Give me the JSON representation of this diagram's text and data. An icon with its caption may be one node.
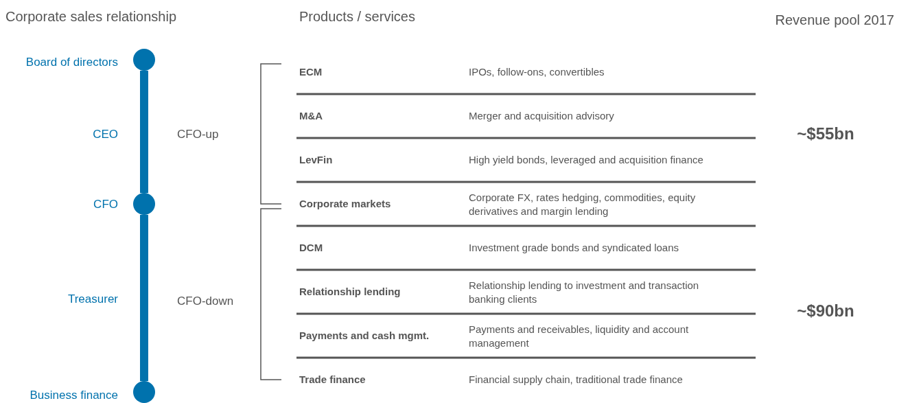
{
  "diagram": {
    "nodes": [
      {
        "text": [],
        "shape": "circle",
        "beside": [
          "Board of directors"
        ]
      },
      {
        "text": [],
        "shape": "circle",
        "beside": [
          "CFO"
        ]
      },
      {
        "text": [],
        "shape": "circle",
        "beside": [
          "Business finance"
        ]
      }
    ],
    "edges": [
      {
        "from": 0,
        "to": 1,
        "arrow": "none"
      },
      {
        "from": 1,
        "to": 2,
        "arrow": "none"
      }
    ],
    "labels": [
      "Corporate sales relationship",
      "Products / services",
      "Revenue pool 2017",
      "CEO",
      "CFO-up",
      "Treasurer",
      "CFO-down",
      "ECM",
      "IPOs, follow-ons, convertibles",
      "M&A",
      "Merger and acquisition advisory",
      "LevFin",
      "High yield bonds, leveraged and acquisition finance",
      "Corporate markets",
      "Corporate FX, rates hedging, commodities, equity derivatives and margin lending",
      "DCM",
      "Investment grade bonds and syndicated loans",
      "Relationship lending",
      "Relationship lending to investment and transaction banking clients",
      "Payments and cash mgmt.",
      "Payments and receivables, liquidity and account management",
      "Trade finance",
      "Financial supply chain, traditional trade finance",
      "~$55bn",
      "~$90bn"
    ]
  }
}
